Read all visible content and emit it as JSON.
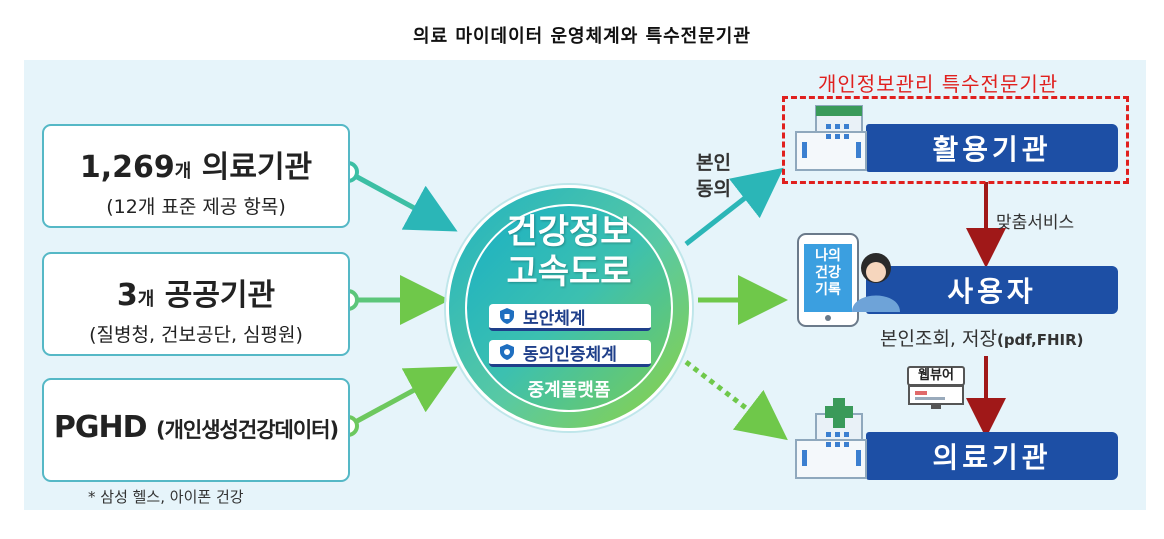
{
  "title": "의료 마이데이터 운영체계와 특수전문기관",
  "sources": [
    {
      "main_num": "1,269",
      "main_unit": "개",
      "main_name": "의료기관",
      "sub": "(12개 표준 제공 항목)"
    },
    {
      "main_num": "3",
      "main_unit": "개",
      "main_name": "공공기관",
      "sub": "(질병청, 건보공단, 심평원)"
    },
    {
      "main_num": "PGHD",
      "main_unit": "",
      "main_name": "(개인생성건강데이터)",
      "sub": ""
    }
  ],
  "footnote": "* 삼성 헬스, 아이폰 건강",
  "hub": {
    "title_line1": "건강정보",
    "title_line2": "고속도로",
    "pill1": "보안체계",
    "pill2": "동의인증체계",
    "caption": "중계플랫폼"
  },
  "consent_line1": "본인",
  "consent_line2": "동의",
  "special_label": "개인정보관리 특수전문기관",
  "targets": {
    "user_org": "활용기관",
    "user": "사용자",
    "medical": "의료기관"
  },
  "phone_text": "나의\n건강\n기록",
  "custom_service": "맞춤서비스",
  "self_view": "본인조회, 저장",
  "self_view_formats": "(pdf,FHIR)",
  "web_viewer": "웹뷰어",
  "colors": {
    "bar_blue": "#1d4fa5",
    "teal": "#1fb2c2",
    "green": "#8ad140",
    "red": "#e0201e",
    "dark_red": "#a01818"
  }
}
